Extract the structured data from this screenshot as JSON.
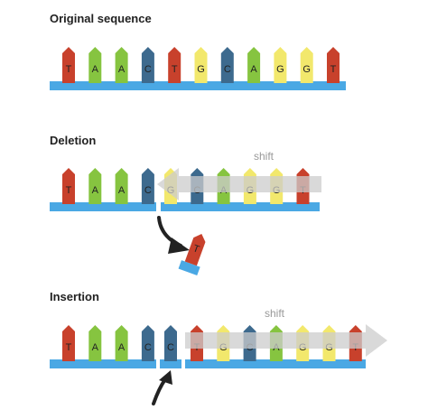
{
  "colors": {
    "T": "#c8412c",
    "A": "#86c440",
    "C": "#3d6a8e",
    "G": "#f2e86c",
    "backbone": "#4aa8e4",
    "arrow": "#cccccc",
    "curve": "#222222"
  },
  "original": {
    "title": "Original sequence",
    "bases": [
      "T",
      "A",
      "A",
      "C",
      "T",
      "G",
      "C",
      "A",
      "G",
      "G",
      "T"
    ]
  },
  "deletion": {
    "title": "Deletion",
    "left_bases": [
      "T",
      "A",
      "A",
      "C"
    ],
    "right_bases": [
      "G",
      "C",
      "A",
      "G",
      "G",
      "T"
    ],
    "removed_base": "T",
    "shift_label": "shift"
  },
  "insertion": {
    "title": "Insertion",
    "left_bases": [
      "T",
      "A",
      "A",
      "C"
    ],
    "inserted_base": "C",
    "right_bases": [
      "T",
      "G",
      "C",
      "A",
      "G",
      "G",
      "T"
    ],
    "shift_label": "shift"
  }
}
